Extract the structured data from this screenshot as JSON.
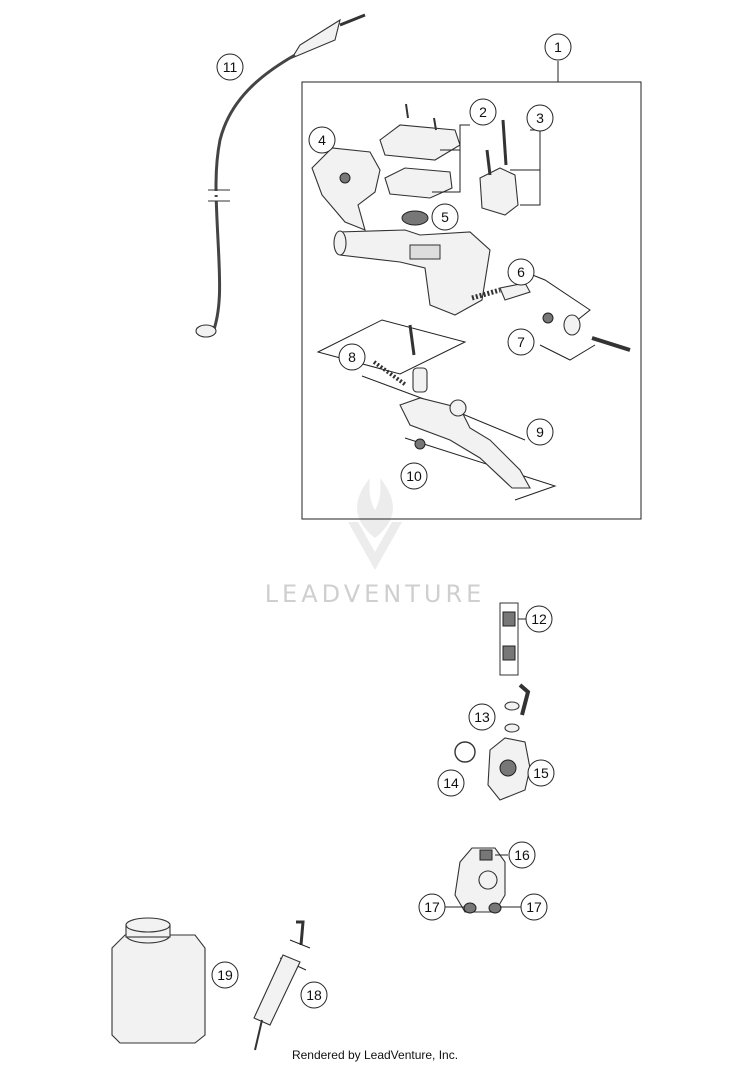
{
  "diagram": {
    "callouts": [
      "1",
      "2",
      "3",
      "4",
      "5",
      "6",
      "7",
      "8",
      "9",
      "10",
      "11",
      "12",
      "13",
      "14",
      "15",
      "16",
      "17",
      "17",
      "18",
      "19"
    ]
  },
  "watermark": {
    "text": "LEADVENTURE"
  },
  "footer": {
    "text": "Rendered by LeadVenture, Inc."
  }
}
